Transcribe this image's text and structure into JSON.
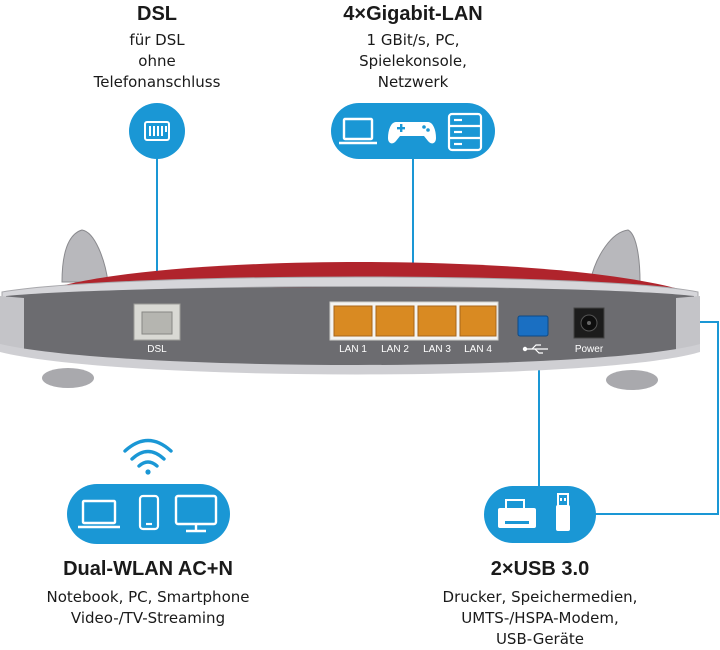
{
  "dsl": {
    "title": "DSL",
    "lines": [
      "für DSL",
      "ohne",
      "Telefonanschluss"
    ]
  },
  "lan": {
    "title": "4×Gigabit-LAN",
    "lines": [
      "1 GBit/s, PC,",
      "Spielekonsole,",
      "Netzwerk"
    ]
  },
  "wlan": {
    "title": "Dual-WLAN AC+N",
    "lines": [
      "Notebook, PC, Smartphone",
      "Video-/TV-Streaming"
    ]
  },
  "usb": {
    "title": "2×USB 3.0",
    "lines": [
      "Drucker, Speichermedien,",
      "UMTS-/HSPA-Modem,",
      "USB-Geräte"
    ]
  },
  "router": {
    "port_labels": {
      "dsl": "DSL",
      "lan1": "LAN 1",
      "lan2": "LAN 2",
      "lan3": "LAN 3",
      "lan4": "LAN 4",
      "power": "Power"
    }
  },
  "icons": {
    "dsl": [
      "dsl-port-icon"
    ],
    "lan": [
      "laptop-icon",
      "gamepad-icon",
      "server-icon"
    ],
    "wlan": [
      "wifi-icon",
      "laptop-icon",
      "smartphone-icon",
      "monitor-icon"
    ],
    "usb": [
      "printer-icon",
      "usb-stick-icon"
    ]
  },
  "colors": {
    "accent_blue": "#1a97d5",
    "router_gray": "#6c6c70",
    "router_red": "#b0242c",
    "lan_orange": "#e09228"
  }
}
